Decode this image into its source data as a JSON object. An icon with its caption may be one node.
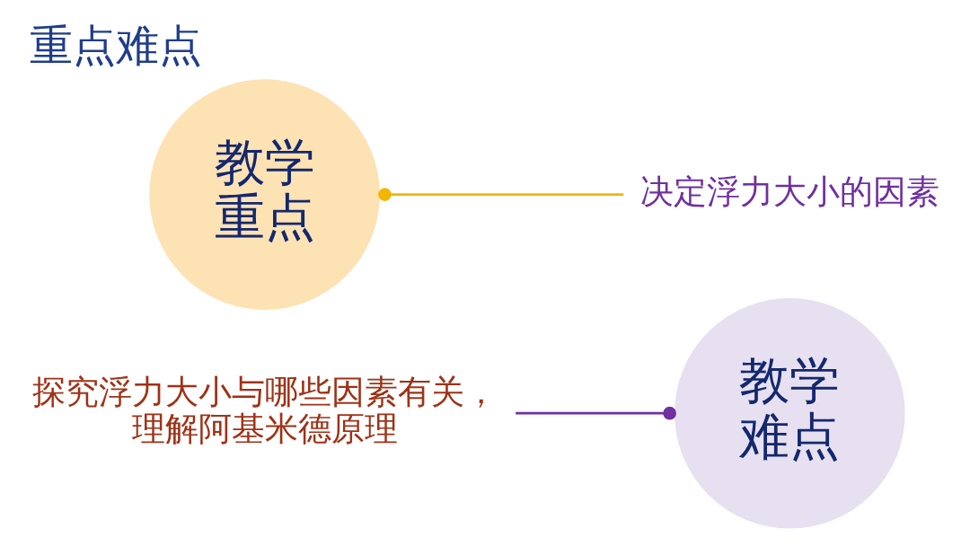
{
  "diagram": {
    "title": "重点难点",
    "nodes": [
      {
        "text": [
          "教学重点"
        ]
      },
      {
        "text": [
          "决定浮力大小的因素"
        ]
      },
      {
        "text": [
          "教学难点"
        ]
      },
      {
        "text": [
          "探究浮力大小与哪些因素有关，理解阿基米德原理"
        ]
      }
    ],
    "edges": [
      {
        "from": 1,
        "to": 0,
        "arrow": "other",
        "color": "#f2b600"
      },
      {
        "from": 3,
        "to": 2,
        "arrow": "other",
        "color": "#7030a0"
      }
    ]
  }
}
